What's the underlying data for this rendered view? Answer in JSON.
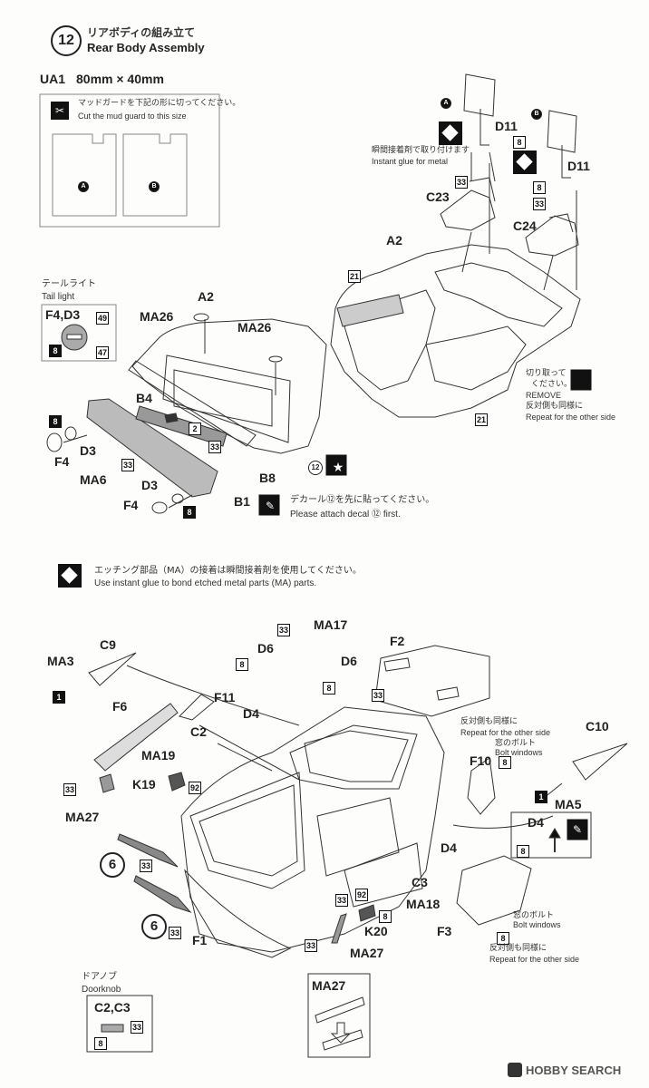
{
  "step": {
    "number": "12",
    "title_jp": "リアボディの組み立て",
    "title_en": "Rear Body Assembly"
  },
  "ua1": {
    "label": "UA1",
    "size": "80mm × 40mm",
    "note_jp": "マッドガードを下記の形に切ってください。",
    "note_en": "Cut the mud guard to this size",
    "guard_a": "A",
    "guard_b": "B"
  },
  "rear_body": {
    "callout_a": "A",
    "callout_b": "B",
    "d11_left": "D11",
    "d11_right": "D11",
    "badge_8_left": "8",
    "badge_8_right": "8",
    "badge_33_c23": "33",
    "badge_33_c24": "33",
    "glue_note_jp": "瞬間接着剤で取り付けます",
    "glue_note_en": "Instant glue for metal",
    "c23": "C23",
    "c24": "C24",
    "a2": "A2",
    "badge_21_top": "21",
    "badge_21_bottom": "21",
    "remove_jp_1": "切り取って",
    "remove_jp_2": "ください。",
    "remove_en": "REMOVE",
    "repeat_jp": "反対側も同様に",
    "repeat_en": "Repeat for the other side"
  },
  "taillight": {
    "label_jp": "テールライト",
    "label_en": "Tail light",
    "parts": "F4,D3",
    "badge_49": "49",
    "badge_8": "8",
    "badge_47": "47",
    "a2": "A2",
    "ma26_left": "MA26",
    "ma26_right": "MA26",
    "b4": "B4",
    "badge_2": "2",
    "badge_33_b4": "33",
    "badge_8_d3": "8",
    "d3_top": "D3",
    "f4_top": "F4",
    "ma6": "MA6",
    "badge_33_ma6": "33",
    "b8": "B8",
    "d3_bottom": "D3",
    "f4_bottom": "F4",
    "badge_8_bottom": "8",
    "b1": "B1",
    "decal_ref": "12",
    "decal_jp": "デカール⑫を先に貼ってください。",
    "decal_en": "Please attach decal ⑫ first."
  },
  "etching_note": {
    "jp": "エッチング部品（MA）の接着は瞬間接着剤を使用してください。",
    "en": "Use instant glue to bond etched metal parts (MA) parts."
  },
  "front_body": {
    "ma3": "MA3",
    "badge_1_ma3": "1",
    "c9": "C9",
    "f6": "F6",
    "f11": "F11",
    "d6_left": "D6",
    "badge_8_d6_left": "8",
    "ma17": "MA17",
    "badge_33_ma17": "33",
    "d6_right": "D6",
    "badge_8_d6_right": "8",
    "badge_33_d6_right": "33",
    "f2": "F2",
    "d4_top": "D4",
    "c2": "C2",
    "ma19": "MA19",
    "k19": "K19",
    "badge_92_k19": "92",
    "badge_33_ma27": "33",
    "ma27_left": "MA27",
    "circle_6_top": "6",
    "badge_33_6_top": "33",
    "circle_6_bottom": "6",
    "badge_33_6_bottom": "33",
    "f1": "F1",
    "bolt_jp_top": "窓のボルト",
    "bolt_en_top": "Bolt windows",
    "repeat_jp_top": "反対側も同様に",
    "repeat_en_top": "Repeat for the other side",
    "f10": "F10",
    "badge_8_f10": "8",
    "c10": "C10",
    "badge_1_ma5": "1",
    "ma5": "MA5",
    "d4_box": "D4",
    "badge_8_d4_box": "8",
    "d4_right": "D4",
    "c3": "C3",
    "ma18": "MA18",
    "badge_92_k20": "92",
    "k20": "K20",
    "badge_8_k20": "8",
    "badge_33_k20": "33",
    "badge_33_ma27_bottom": "33",
    "ma27_bottom": "MA27",
    "f3": "F3",
    "bolt_jp_bottom": "窓のボルト",
    "bolt_en_bottom": "Bolt windows",
    "badge_8_f3": "8",
    "repeat_jp_bottom": "反対側も同様に",
    "repeat_en_bottom": "Repeat for the other side"
  },
  "ma27_detail": {
    "label": "MA27"
  },
  "doorknob": {
    "label_jp": "ドアノブ",
    "label_en": "Doorknob",
    "parts": "C2,C3",
    "badge_33": "33",
    "badge_8": "8"
  },
  "watermark": {
    "text": "HOBBY SEARCH"
  }
}
